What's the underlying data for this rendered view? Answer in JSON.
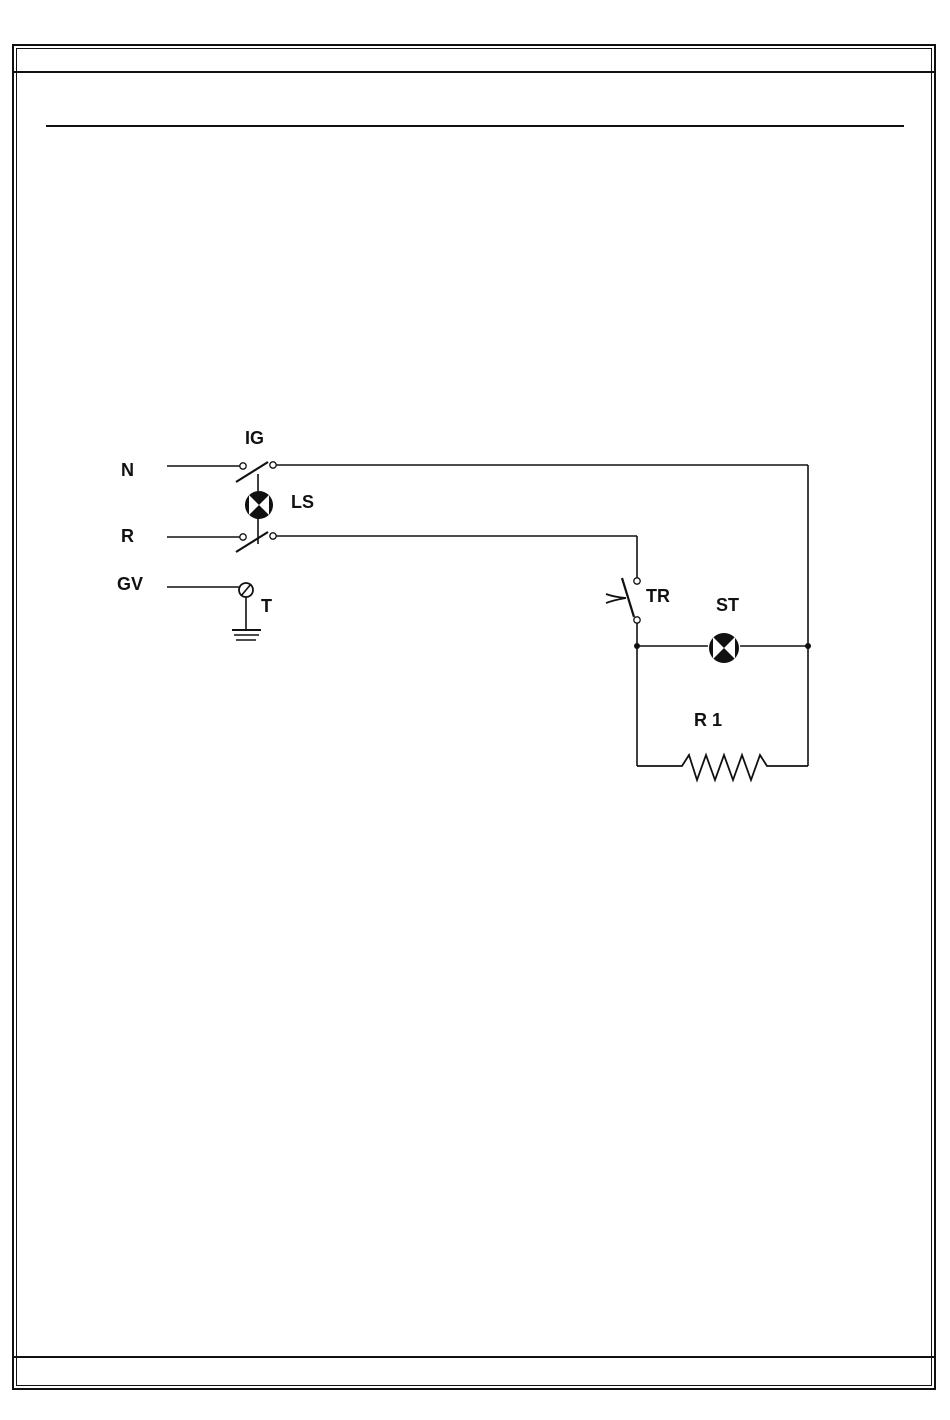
{
  "diagram": {
    "labels": {
      "ig": "IG",
      "n": "N",
      "ls": "LS",
      "r": "R",
      "gv": "GV",
      "t": "T",
      "tr": "TR",
      "st": "ST",
      "r1": "R 1"
    }
  }
}
